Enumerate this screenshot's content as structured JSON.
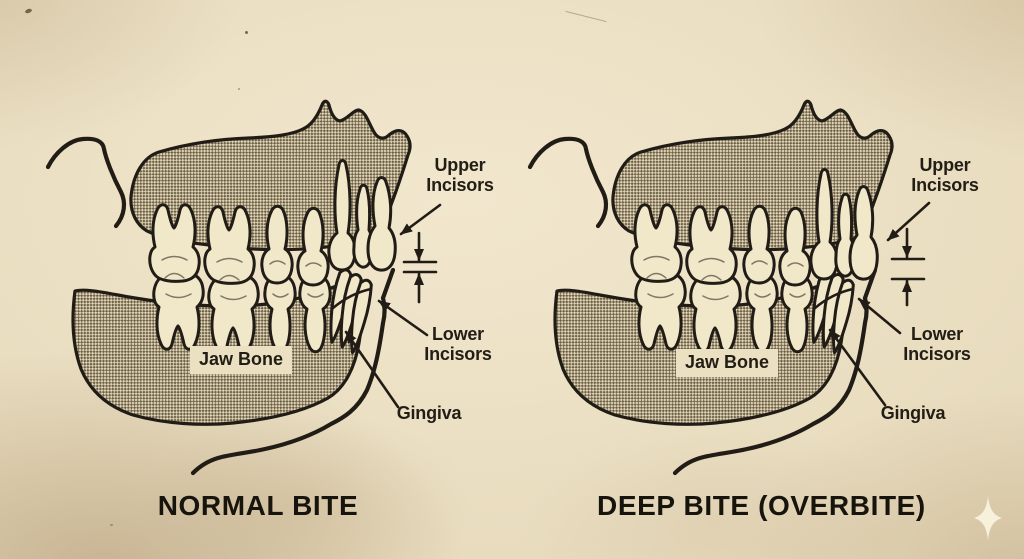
{
  "art": {
    "type": "dental-bite-comparison-diagram",
    "panels": [
      {
        "title": "NORMAL BITE",
        "labels": {
          "upper_incisors": "Upper Incisors",
          "lower_incisors": "Lower Incisors",
          "gingiva": "Gingiva",
          "jaw_bone": "Jaw Bone"
        },
        "overlap_indicator": "narrow"
      },
      {
        "title": "DEEP BITE (OVERBITE)",
        "labels": {
          "upper_incisors": "Upper Incisors",
          "lower_incisors": "Lower Incisors",
          "gingiva": "Gingiva",
          "jaw_bone": "Jaw Bone"
        },
        "overlap_indicator": "wide"
      }
    ],
    "colors": {
      "paper": "#e7dabc",
      "ink": "#211c15",
      "tooth": "#f1e7c9",
      "bone_hatch_dark": "#6a5f4b",
      "bone_hatch_light": "#e3d5b2",
      "sparkle": "#f7f0db"
    },
    "icons": {
      "sparkle": "four-point-star"
    }
  }
}
